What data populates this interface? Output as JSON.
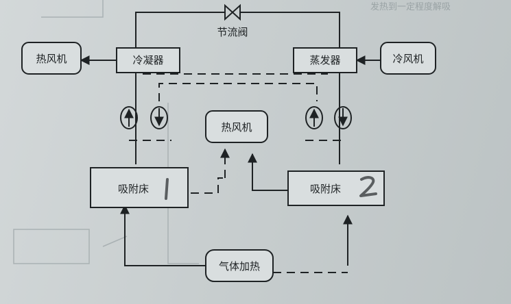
{
  "nodes": {
    "hot_fan_left": "热风机",
    "condenser": "冷凝器",
    "throttle_valve": "节流阀",
    "evaporator": "蒸发器",
    "cold_fan": "冷风机",
    "hot_fan_center": "热风机",
    "adsorption_bed_1": "吸附床",
    "adsorption_bed_2": "吸附床",
    "gas_heating": "气体加热"
  },
  "handwriting": {
    "bed_1_number": "1",
    "bed_2_number": "2"
  },
  "background_text": {
    "top_right": "发热到一定程度解吸"
  }
}
